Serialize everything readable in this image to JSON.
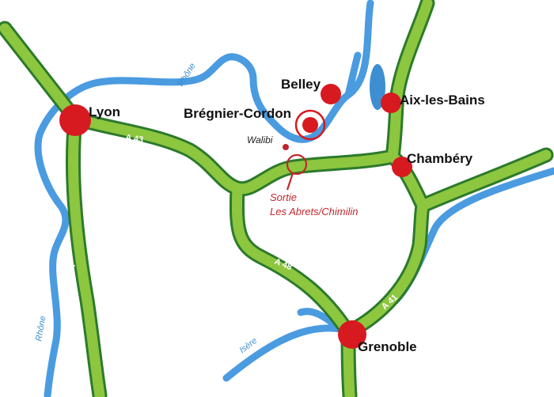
{
  "colors": {
    "river": "#4a9be0",
    "road_fill": "#8dc63f",
    "road_border": "#2c7a2c",
    "city": "#d71920",
    "exit": "#c0272d"
  },
  "cities": {
    "lyon": "Lyon",
    "belley": "Belley",
    "bregnier": "Brégnier-Cordon",
    "aix": "Aix-les-Bains",
    "chambery": "Chambéry",
    "grenoble": "Grenoble"
  },
  "rivers": {
    "rhone_north": "Rhône",
    "rhone_south": "Rhône",
    "isere": "Isère"
  },
  "roads": {
    "a43": "A 43",
    "a48": "A 48",
    "a41": "A 41",
    "a7": "A 7"
  },
  "poi": {
    "walibi": "Walibi",
    "exit_line1": "Sortie",
    "exit_line2": "Les Abrets/Chimilin"
  }
}
